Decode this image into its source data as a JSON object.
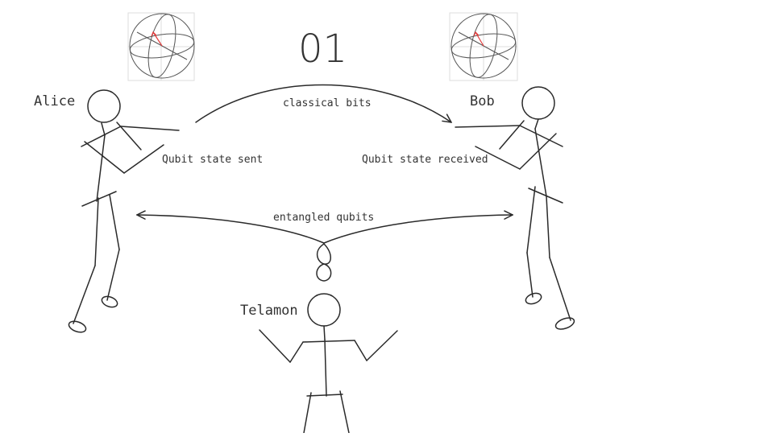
{
  "people": {
    "alice": "Alice",
    "bob": "Bob",
    "telamon": "Telamon"
  },
  "labels": {
    "bits_value": "01",
    "classical_bits": "classical bits",
    "qubit_sent": "Qubit state sent",
    "qubit_received": "Qubit state received",
    "entangled_qubits": "entangled qubits"
  },
  "colors": {
    "ink": "#2a2a2a",
    "state_vector": "#e23b3b",
    "grid": "#dcdcdc"
  },
  "icons": [
    "bloch-sphere-icon",
    "entanglement-knot-icon",
    "arrow-icon",
    "stick-figure"
  ]
}
